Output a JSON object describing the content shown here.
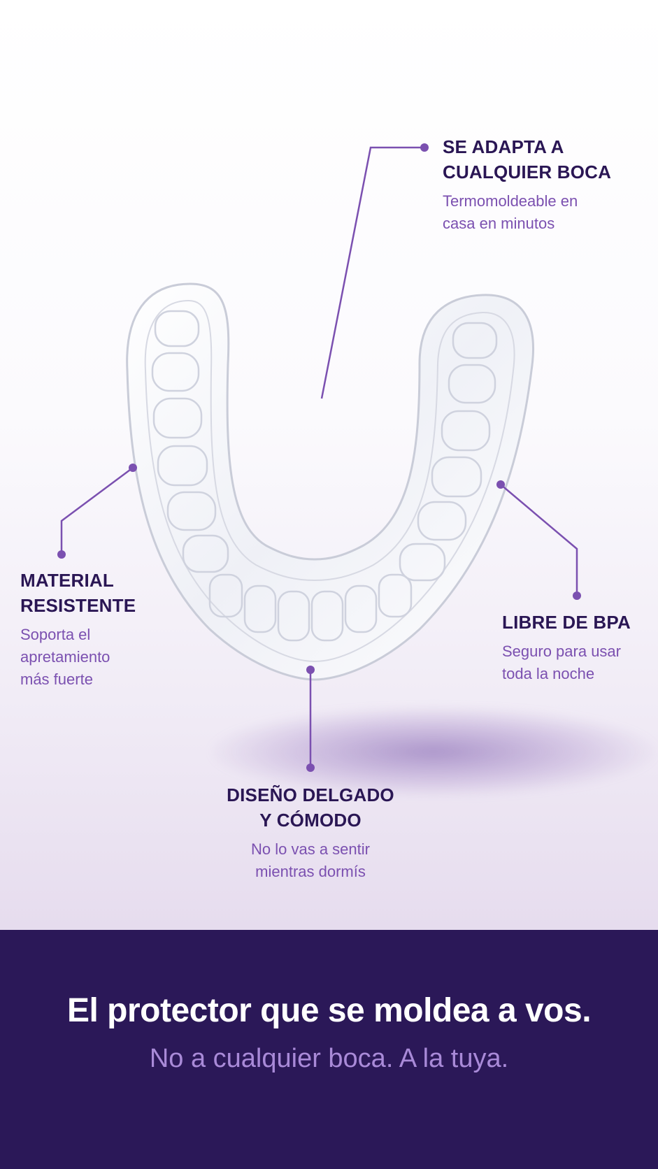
{
  "colors": {
    "accent": "#7b50b0",
    "title_text": "#2a1654",
    "footer_bg": "#2b1858",
    "subline": "#a98ad8"
  },
  "callouts": {
    "adapta": {
      "title": "SE ADAPTA A\nCUALQUIER BOCA",
      "desc": "Termomoldeable en\ncasa en minutos"
    },
    "material": {
      "title": "MATERIAL\nRESISTENTE",
      "desc": "Soporta el\napretamiento\nmás fuerte"
    },
    "bpa": {
      "title": "LIBRE DE BPA",
      "desc": "Seguro para usar\ntoda la noche"
    },
    "diseno": {
      "title": "DISEÑO DELGADO\nY CÓMODO",
      "desc": "No lo vas a sentir\nmientras dormís"
    }
  },
  "footer": {
    "headline": "El protector que se moldea a vos.",
    "subline": "No a cualquier boca. A la tuya."
  }
}
